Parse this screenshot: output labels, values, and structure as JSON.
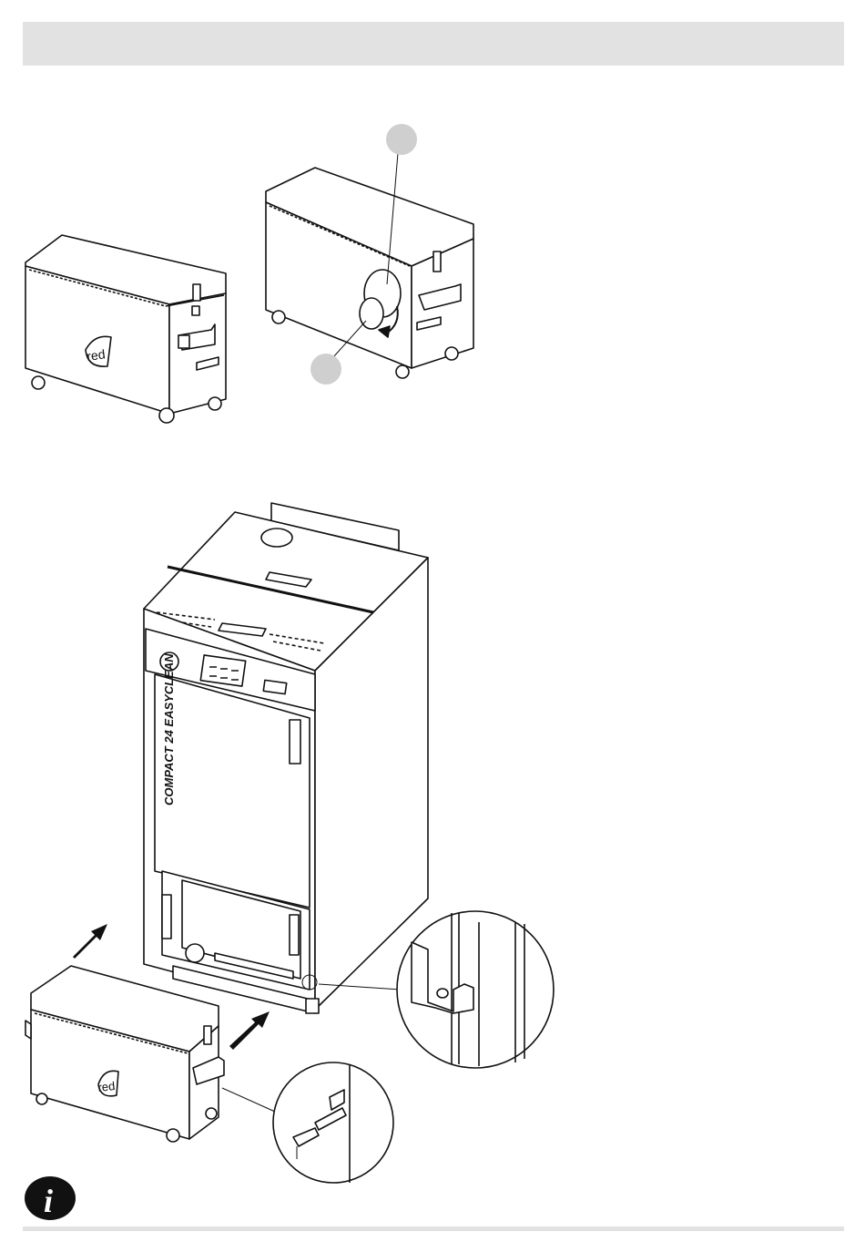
{
  "page": {
    "header_bar_color": "#e2e2e2",
    "footer_line_color": "#e2e2e2"
  },
  "figures": {
    "boiler_model_label": "COMPACT 24 EASYCLEAN",
    "ash_box_logo": "red",
    "callout_markers": [
      "",
      ""
    ]
  },
  "icons": [
    "info-icon",
    "arrow-up-right-icon",
    "rotate-arrow-icon",
    "zoom-detail-circle"
  ]
}
